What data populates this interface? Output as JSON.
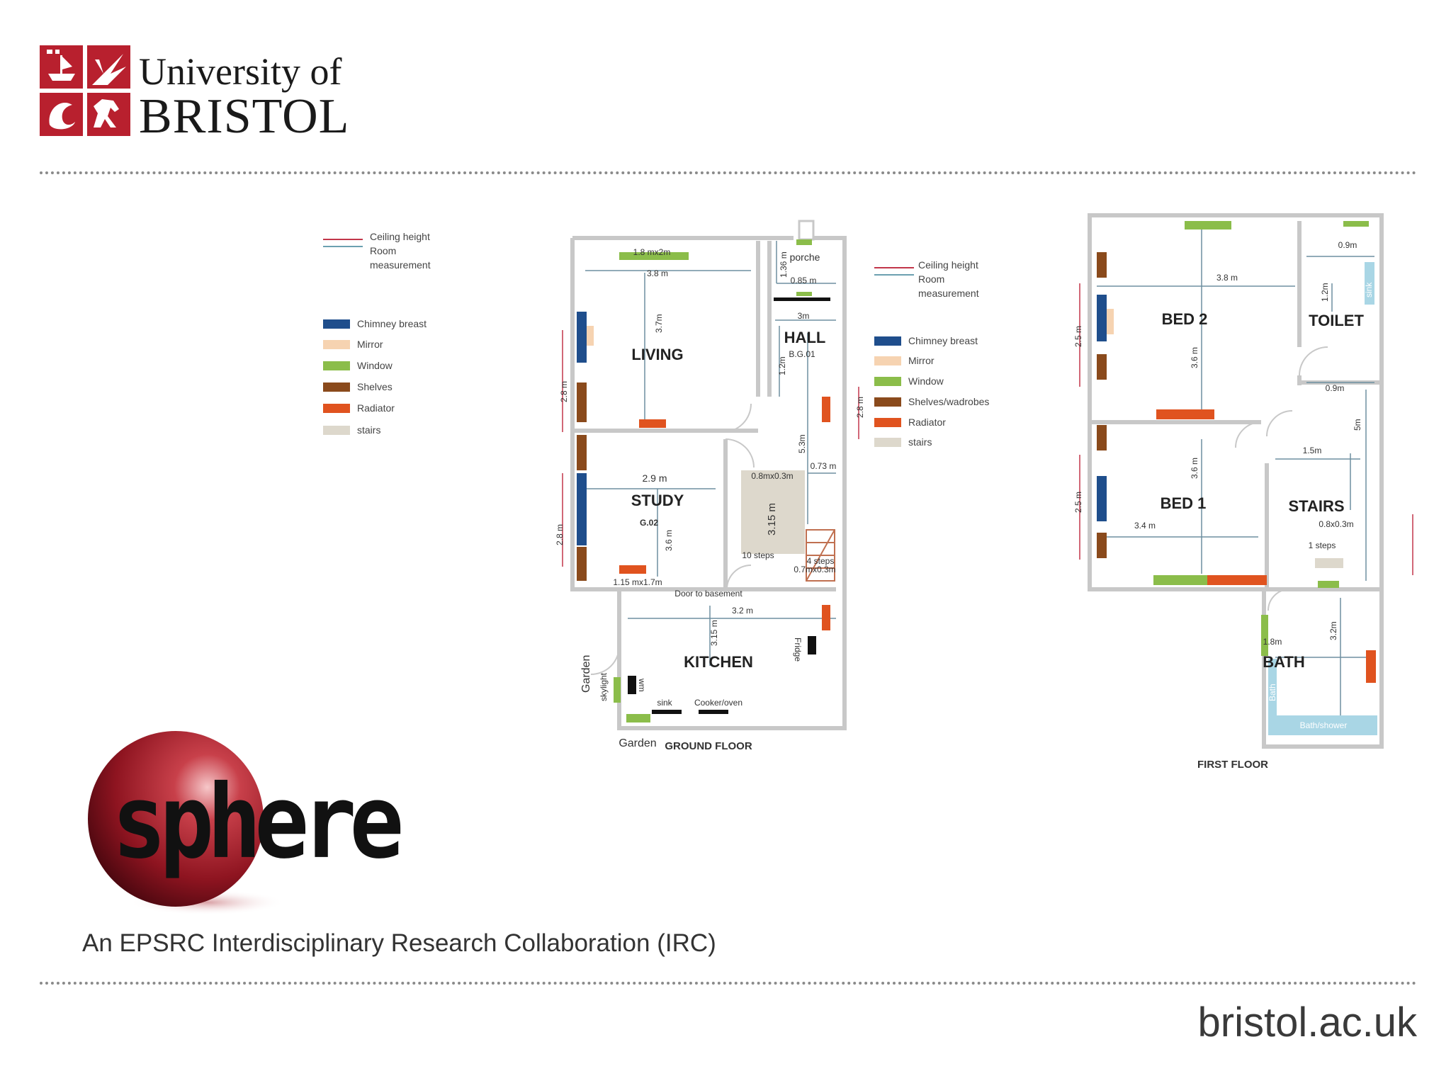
{
  "header": {
    "university_line1": "University of",
    "university_line2": "BRISTOL"
  },
  "footer": {
    "sphere": "sphere",
    "tagline": "An EPSRC Interdisciplinary Research Collaboration (IRC)",
    "domain": "bristol.ac.uk"
  },
  "legend": {
    "line_labels": [
      "Ceiling height",
      "Room",
      "measurement"
    ],
    "items": [
      {
        "label": "Chimney breast",
        "color": "#1f4e8c"
      },
      {
        "label": "Mirror",
        "color": "#f6d3b1"
      },
      {
        "label": "Window",
        "color": "#8bbd4a"
      },
      {
        "label": "Shelves",
        "color": "#8a4a1c"
      },
      {
        "label": "Radiator",
        "color": "#e0531f"
      },
      {
        "label": "stairs",
        "color": "#ddd8cc"
      }
    ],
    "items_first_floor": [
      {
        "label": "Chimney breast",
        "color": "#1f4e8c"
      },
      {
        "label": "Mirror",
        "color": "#f6d3b1"
      },
      {
        "label": "Window",
        "color": "#8bbd4a"
      },
      {
        "label": "Shelves/wadrobes",
        "color": "#8a4a1c"
      },
      {
        "label": "Radiator",
        "color": "#e0531f"
      },
      {
        "label": "stairs",
        "color": "#ddd8cc"
      }
    ]
  },
  "ground_floor": {
    "title": "GROUND FLOOR",
    "rooms": {
      "living": "LIVING",
      "hall": "HALL",
      "hall_code": "B.G.01",
      "study": "STUDY",
      "study_code": "G.02",
      "kitchen": "KITCHEN",
      "porche": "porche"
    },
    "labels": {
      "living_window": "1.8 mx2m",
      "living_width": "3.8 m",
      "living_depth": "3.7m",
      "living_ceiling": "2.8 m",
      "porch_depth": "1.36 m",
      "porch_width": "0.85 m",
      "hall_width": "3m",
      "hall_depth": "1.2m",
      "hall_length": "5.3m",
      "hall_ceiling": "2.8 m",
      "hall_073": "0.73 m",
      "study_width": "2.9 m",
      "study_depth": "3.6 m",
      "study_ceiling": "2.8 m",
      "study_window": "1.15 mx1.7m",
      "stairs_size": "0.8mx0.3m",
      "stairs_len": "3.15 m",
      "steps10": "10 steps",
      "steps4": "4 steps",
      "steps4_size": "0.7mx0.3m",
      "door_basement": "Door to basement",
      "kitchen_width": "3.2 m",
      "kitchen_depth": "3.15 m",
      "fridge": "Fridge",
      "wm": "wm",
      "sink": "sink",
      "cooker": "Cooker/oven",
      "skylight": "skylight",
      "garden_side": "Garden",
      "garden_bottom": "Garden"
    }
  },
  "first_floor": {
    "title": "FIRST FLOOR",
    "rooms": {
      "bed2": "BED 2",
      "toilet": "TOILET",
      "bed1": "BED 1",
      "stairs": "STAIRS",
      "bath": "BATH"
    },
    "labels": {
      "bed2_width": "3.8 m",
      "bed2_depth": "3.6 m",
      "bed2_ceiling": "2.5 m",
      "toilet_width": "0.9m",
      "toilet_depth": "1.2m",
      "toilet_sink": "sink",
      "landing_width": "0.9m",
      "landing_depth": "5m",
      "stairs_width": "1.5m",
      "stairs_size": "0.8x0.3m",
      "steps": "1 steps",
      "bed1_width": "3.4 m",
      "bed1_depth": "3.6 m",
      "bed1_ceiling": "2.5 m",
      "bath_width": "1.8m",
      "bath_depth": "3.2m",
      "bath_shower": "Bath/shower",
      "bath_side": "Bath"
    }
  }
}
